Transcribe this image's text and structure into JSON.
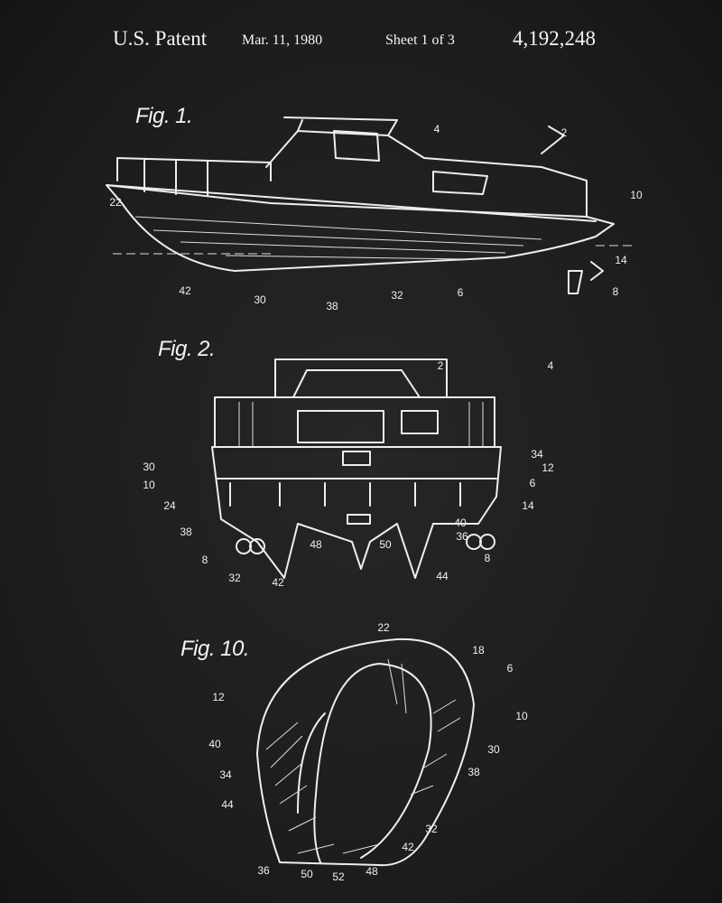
{
  "header": {
    "title": "U.S. Patent",
    "date": "Mar. 11, 1980",
    "sheet": "Sheet 1 of 3",
    "patent_number": "4,192,248"
  },
  "figures": [
    {
      "title": "Fig. 1.",
      "labels": [
        "2",
        "4",
        "10",
        "22",
        "42",
        "30",
        "38",
        "32",
        "6",
        "14",
        "8"
      ]
    },
    {
      "title": "Fig. 2.",
      "labels": [
        "4",
        "2",
        "30",
        "10",
        "24",
        "38",
        "8",
        "32",
        "42",
        "48",
        "50",
        "44",
        "8",
        "36",
        "40",
        "14",
        "6",
        "12",
        "34"
      ]
    },
    {
      "title": "Fig. 10.",
      "labels": [
        "22",
        "18",
        "6",
        "12",
        "10",
        "40",
        "30",
        "34",
        "38",
        "44",
        "32",
        "42",
        "36",
        "50",
        "52",
        "48"
      ]
    }
  ],
  "colors": {
    "background": "#1f1f1f",
    "ink": "#f2f2f2"
  }
}
